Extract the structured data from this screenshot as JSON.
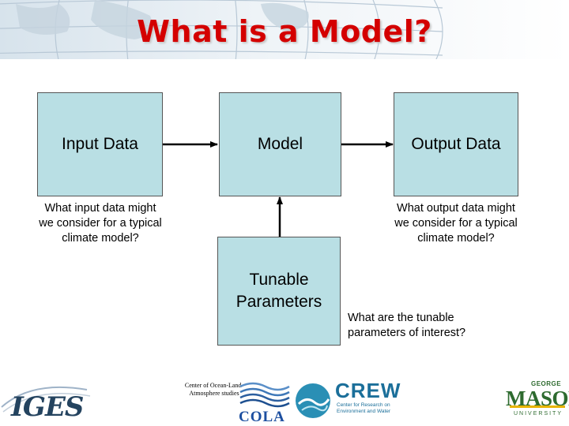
{
  "title": "What is a Model?",
  "boxes": {
    "input": "Input Data",
    "model": "Model",
    "output": "Output Data",
    "tunable_line1": "Tunable",
    "tunable_line2": "Parameters"
  },
  "notes": {
    "input_line1": "What input data might",
    "input_line2": "we consider for a typical",
    "input_line3": "climate model?",
    "output_line1": "What output data might",
    "output_line2": "we consider for a typical",
    "output_line3": "climate model?",
    "tunable_line1": "What are the tunable",
    "tunable_line2": "parameters of interest?"
  },
  "logos": {
    "iges": "IGES",
    "cola_caption_line1": "Center of Ocean-Land-",
    "cola_caption_line2": "Atmosphere studies",
    "cola": "COLA",
    "crew": "CREW",
    "crew_sub_line1": "Center for Research on",
    "crew_sub_line2": "Environment and Water",
    "gmu_top": "GEORGE",
    "gmu_main": "MASON",
    "gmu_bottom": "UNIVERSITY"
  },
  "colors": {
    "title": "#d40000",
    "box_fill": "#b9dfe4",
    "gmu_green": "#2e6b2f",
    "gmu_gold": "#e8b400",
    "cola_blue": "#1d4fa0"
  }
}
